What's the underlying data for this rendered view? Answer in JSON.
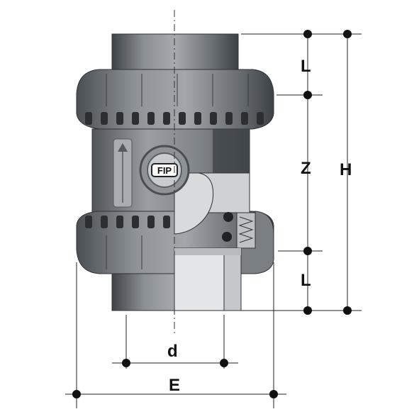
{
  "drawing": {
    "logo_text": "FIP",
    "dimension_labels": {
      "L_top": "L",
      "Z": "Z",
      "H": "H",
      "L_bottom": "L",
      "d": "d",
      "E": "E"
    },
    "colors": {
      "body_light": "#9a9ea3",
      "body_mid": "#6d7277",
      "body_dark": "#3f4448",
      "section_light": "#d9dbdc",
      "section_mid": "#bfc2c4",
      "dim_line": "#222222"
    }
  }
}
